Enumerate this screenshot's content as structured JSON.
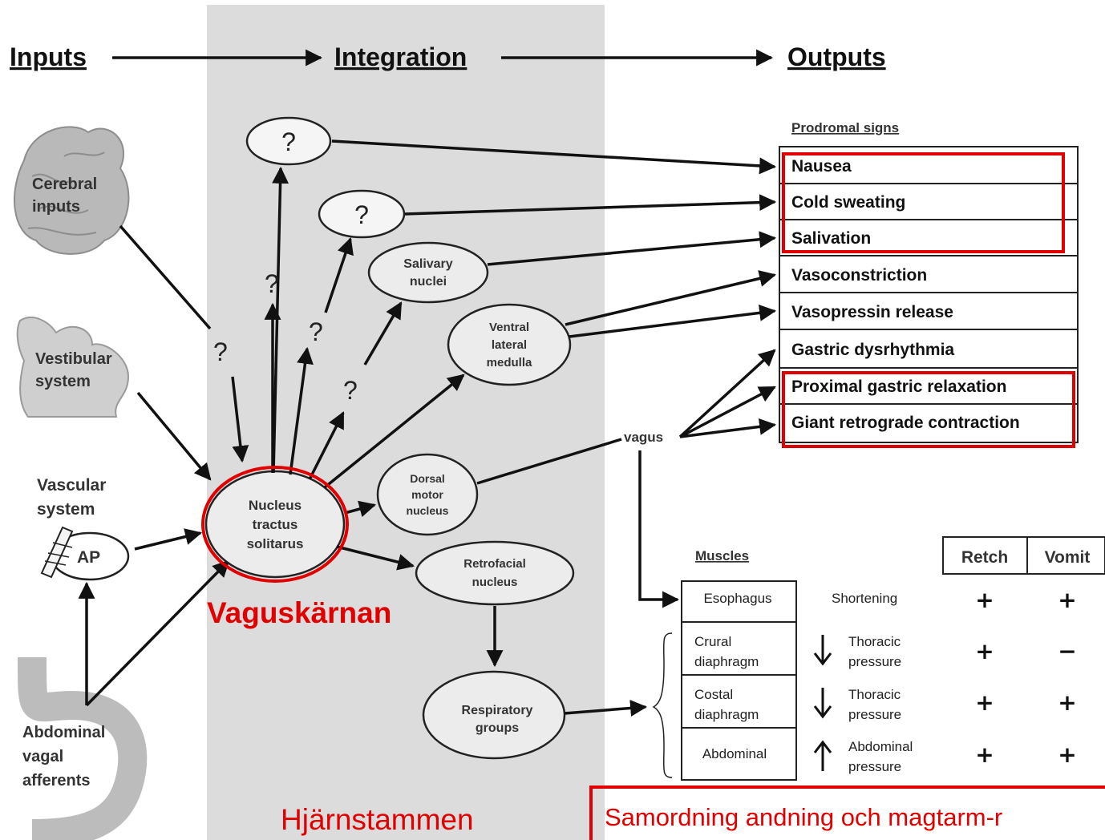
{
  "headers": {
    "inputs": "Inputs",
    "integration": "Integration",
    "outputs": "Outputs"
  },
  "inputs": {
    "cerebral": [
      "Cerebral",
      "inputs"
    ],
    "vestibular": [
      "Vestibular",
      "system"
    ],
    "vascular": [
      "Vascular",
      "system"
    ],
    "ap": "AP",
    "abdominal": [
      "Abdominal",
      "vagal",
      "afferents"
    ]
  },
  "question_mark": "?",
  "nodes": {
    "nts": [
      "Nucleus",
      "tractus",
      "solitarus"
    ],
    "salivary": [
      "Salivary",
      "nuclei"
    ],
    "vlm": [
      "Ventral",
      "lateral",
      "medulla"
    ],
    "dmn": [
      "Dorsal",
      "motor",
      "nucleus"
    ],
    "retrofacial": [
      "Retrofacial",
      "nucleus"
    ],
    "respiratory": [
      "Respiratory",
      "groups"
    ]
  },
  "vagus_label": "vagus",
  "prodromal_title": "Prodromal signs",
  "outputs_list": [
    "Nausea",
    "Cold sweating",
    "Salivation",
    "Vasoconstriction",
    "Vasopressin release",
    "Gastric dysrhythmia",
    "Proximal gastric relaxation",
    "Giant retrograde contraction"
  ],
  "muscles": {
    "title": "Muscles",
    "col_retch": "Retch",
    "col_vomit": "Vomit",
    "rows": [
      {
        "muscle": [
          "Esophagus"
        ],
        "arrow": "",
        "effect": [
          "Shortening"
        ],
        "retch": "+",
        "vomit": "+"
      },
      {
        "muscle": [
          "Crural",
          "diaphragm"
        ],
        "arrow": "down",
        "effect": [
          "Thoracic",
          "pressure"
        ],
        "retch": "+",
        "vomit": "−"
      },
      {
        "muscle": [
          "Costal",
          "diaphragm"
        ],
        "arrow": "down",
        "effect": [
          "Thoracic",
          "pressure"
        ],
        "retch": "+",
        "vomit": "+"
      },
      {
        "muscle": [
          "Abdominal"
        ],
        "arrow": "up",
        "effect": [
          "Abdominal",
          "pressure"
        ],
        "retch": "+",
        "vomit": "+"
      }
    ]
  },
  "annotations": {
    "vaguskarnan": "Vaguskärnan",
    "hjarnstammen": "Hjärnstammen",
    "samordning": "Samordning andning och magtarm-r"
  },
  "colors": {
    "highlight": "#e00000",
    "band": "#dcdcdc",
    "node_fill": "#ececec",
    "stroke": "#111111"
  }
}
